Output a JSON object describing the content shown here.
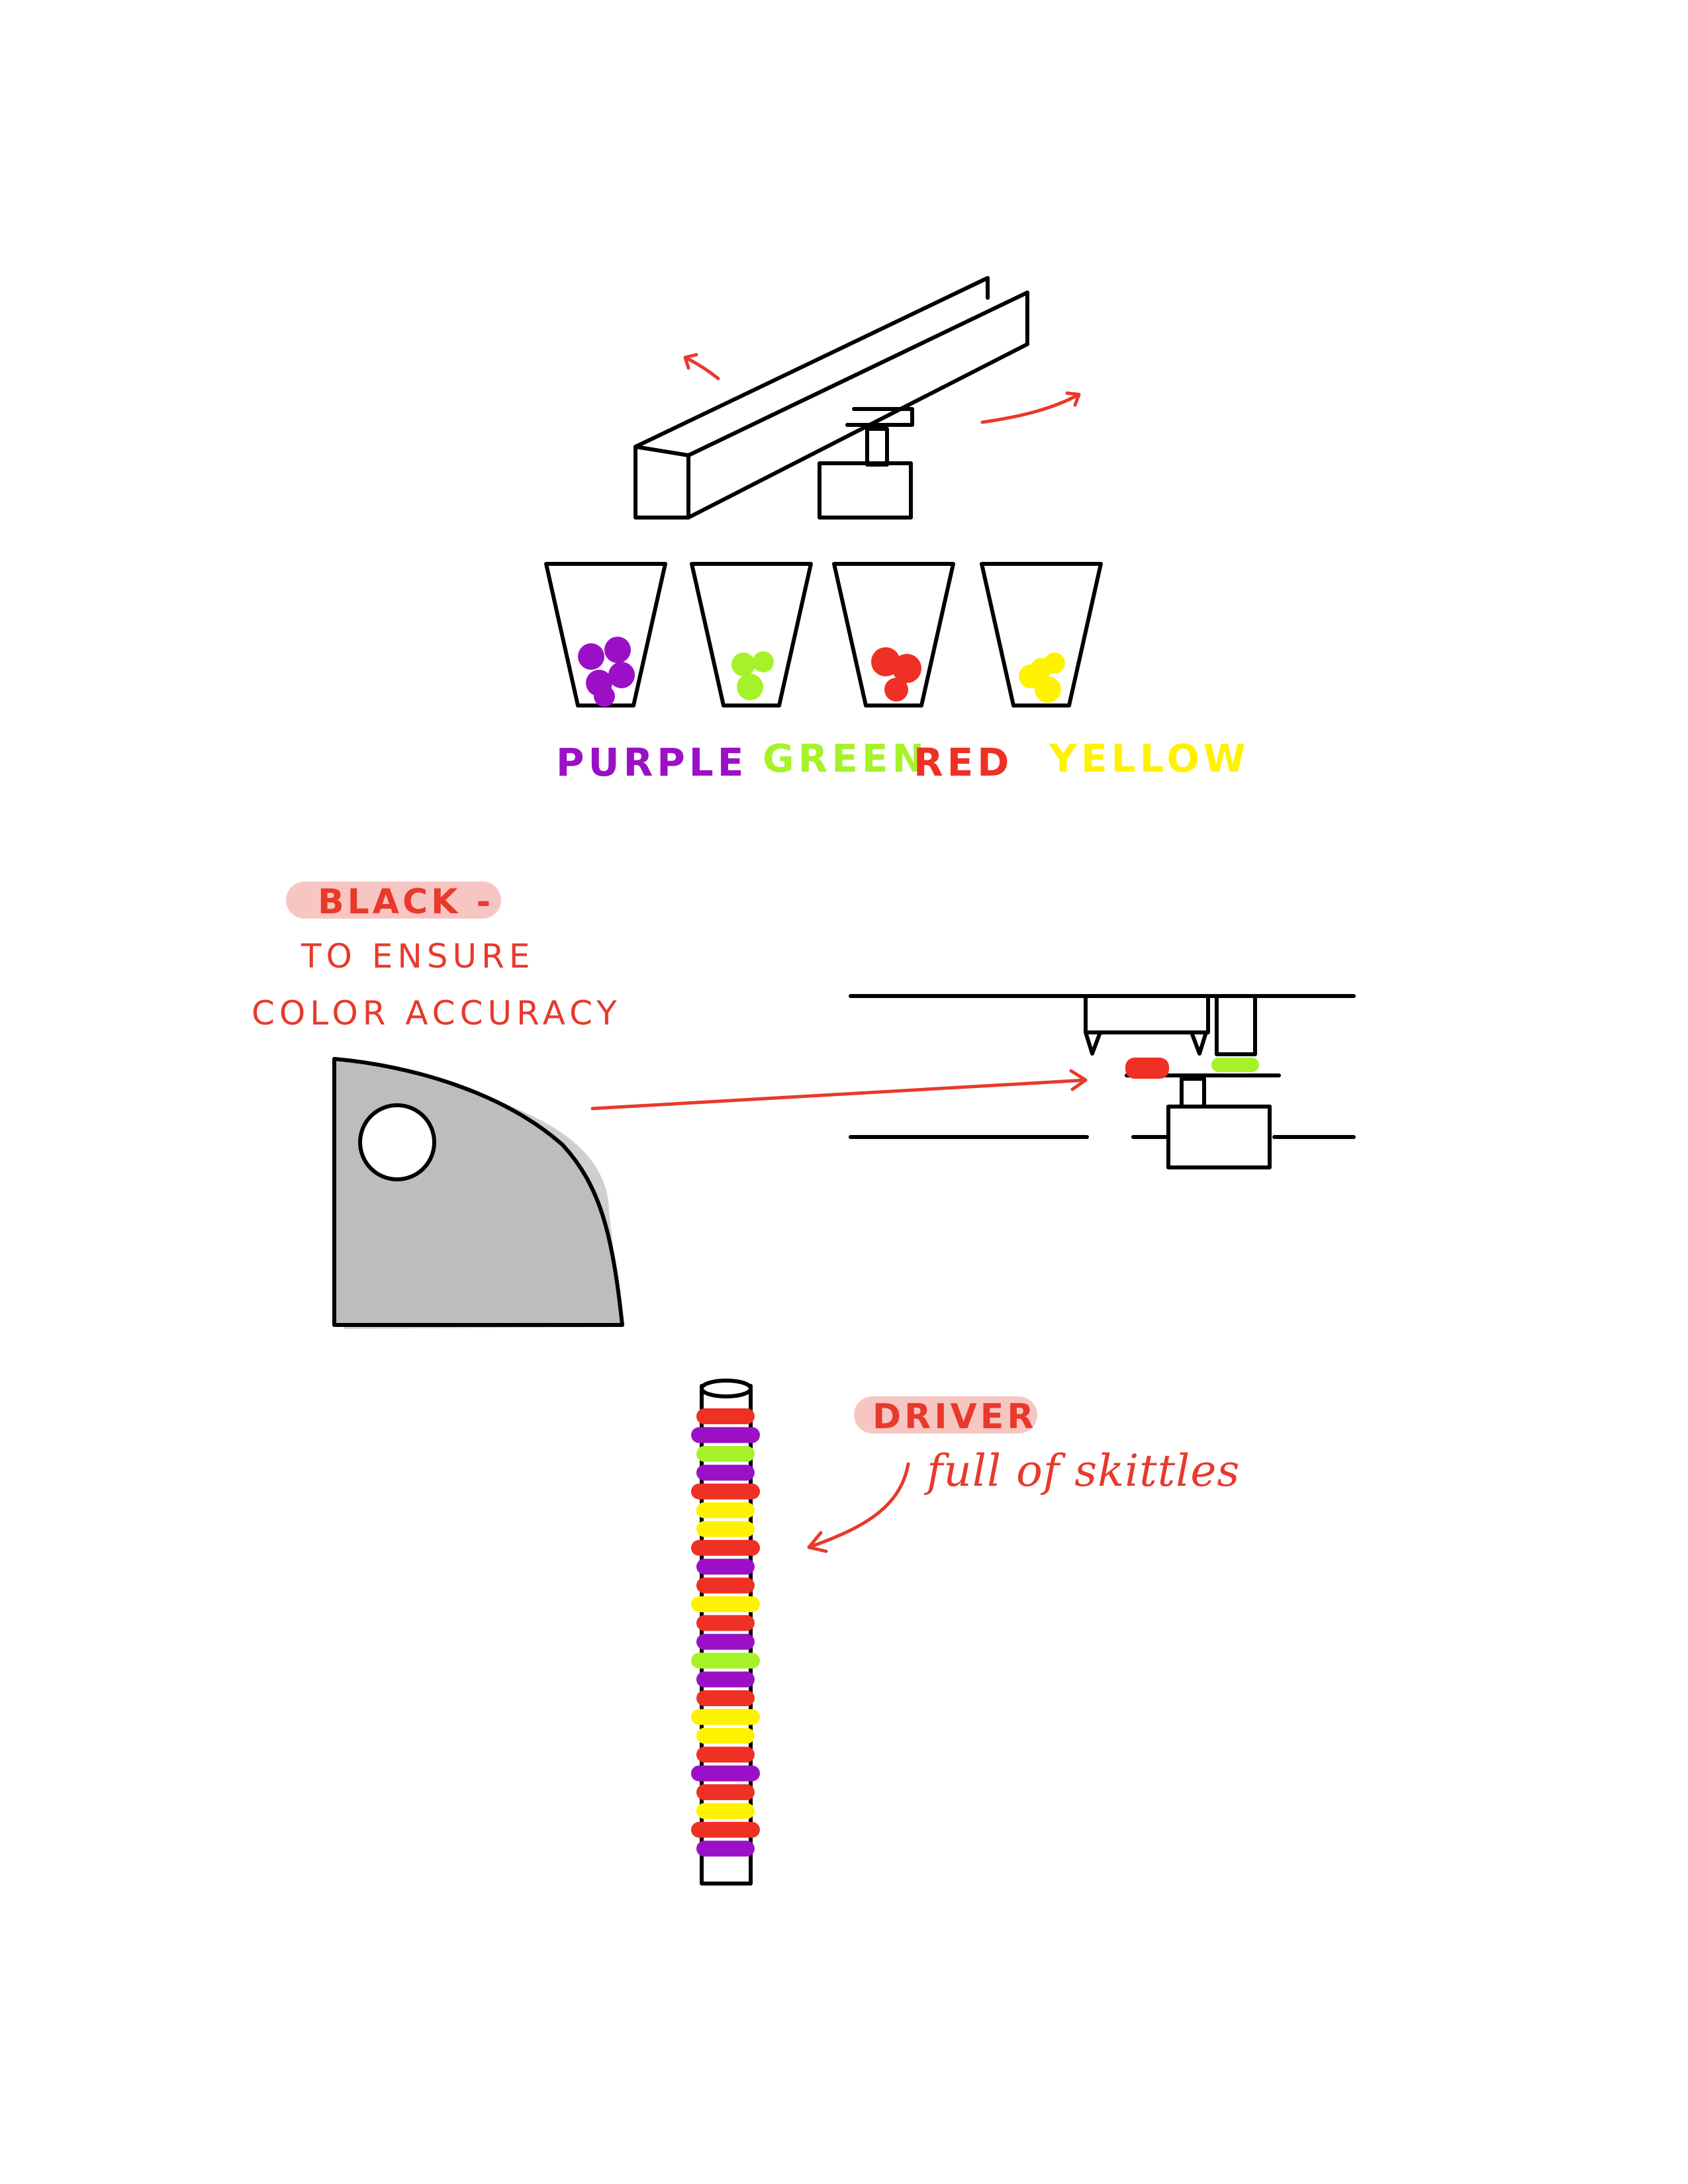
{
  "colors": {
    "purple": "#9b10c7",
    "green": "#a6f22a",
    "red": "#ee3124",
    "yellow": "#fff200",
    "annotation": "#e8392b",
    "highlight": "#f7c6c2",
    "disc_gray": "#bdbdbd"
  },
  "bins": [
    {
      "label": "PURPLE",
      "color_key": "purple"
    },
    {
      "label": "GREEN",
      "color_key": "green"
    },
    {
      "label": "RED",
      "color_key": "red"
    },
    {
      "label": "YELLOW",
      "color_key": "yellow"
    }
  ],
  "annotations": {
    "black_tag": "BLACK -",
    "black_line1": "TO ENSURE",
    "black_line2": "COLOR ACCURACY",
    "driver_tag": "DRIVER",
    "driver_note": "full of skittles"
  },
  "tube_stack": [
    "red",
    "purple",
    "green",
    "purple",
    "red",
    "yellow",
    "yellow",
    "red",
    "purple",
    "red",
    "yellow",
    "red",
    "purple",
    "green",
    "purple",
    "red",
    "yellow",
    "yellow",
    "red",
    "purple",
    "red",
    "yellow",
    "red",
    "purple"
  ]
}
